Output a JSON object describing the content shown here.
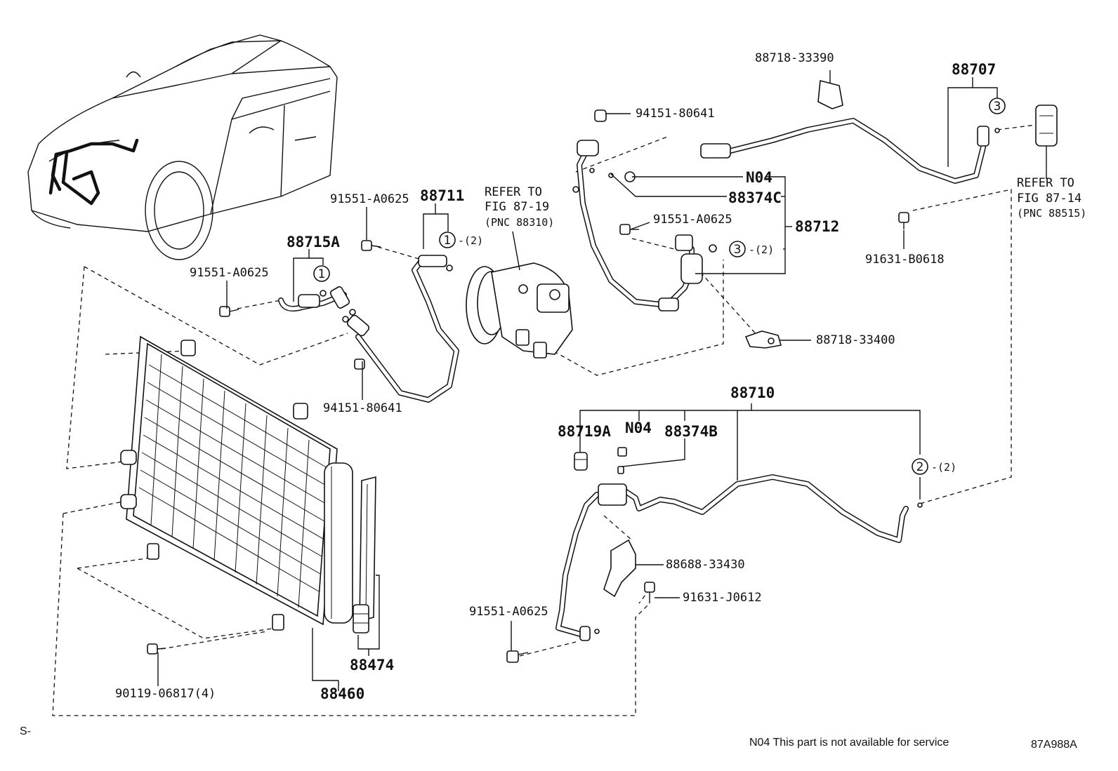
{
  "diagram": {
    "parts": {
      "p88711": "88711",
      "p88715A": "88715A",
      "p91551_a": "91551-A0625",
      "p91551_b": "91551-A0625",
      "p91551_c": "91551-A0625",
      "p91551_d": "91551-A0625",
      "p94151_a": "94151-80641",
      "p94151_b": "94151-80641",
      "p88712": "88712",
      "p88374C": "88374C",
      "n04_a": "N04",
      "n04_b": "N04",
      "p88718_33390": "88718-33390",
      "p88718_33400": "88718-33400",
      "p88707": "88707",
      "p91631_B0618": "91631-B0618",
      "p88710": "88710",
      "p88719A": "88719A",
      "p88374B": "88374B",
      "p88688_33430": "88688-33430",
      "p91631_J0612": "91631-J0612",
      "p88474": "88474",
      "p88460": "88460",
      "p90119": "90119-06817(4)"
    },
    "refs": {
      "ref1_line1": "REFER TO",
      "ref1_line2": "FIG 87-19",
      "ref1_line3": "(PNC 88310)",
      "ref2_line1": "REFER TO",
      "ref2_line2": "FIG 87-14",
      "ref2_line3": "(PNC 88515)"
    },
    "callouts": {
      "c1": "1",
      "c1_qty": "-(2)",
      "c2": "2",
      "c2_qty": "-(2)",
      "c3": "3",
      "c3_qty": "-(2)"
    },
    "footer": {
      "corner": "S-",
      "note": "N04 This part is not available for service",
      "figure_code": "87A988A"
    }
  }
}
